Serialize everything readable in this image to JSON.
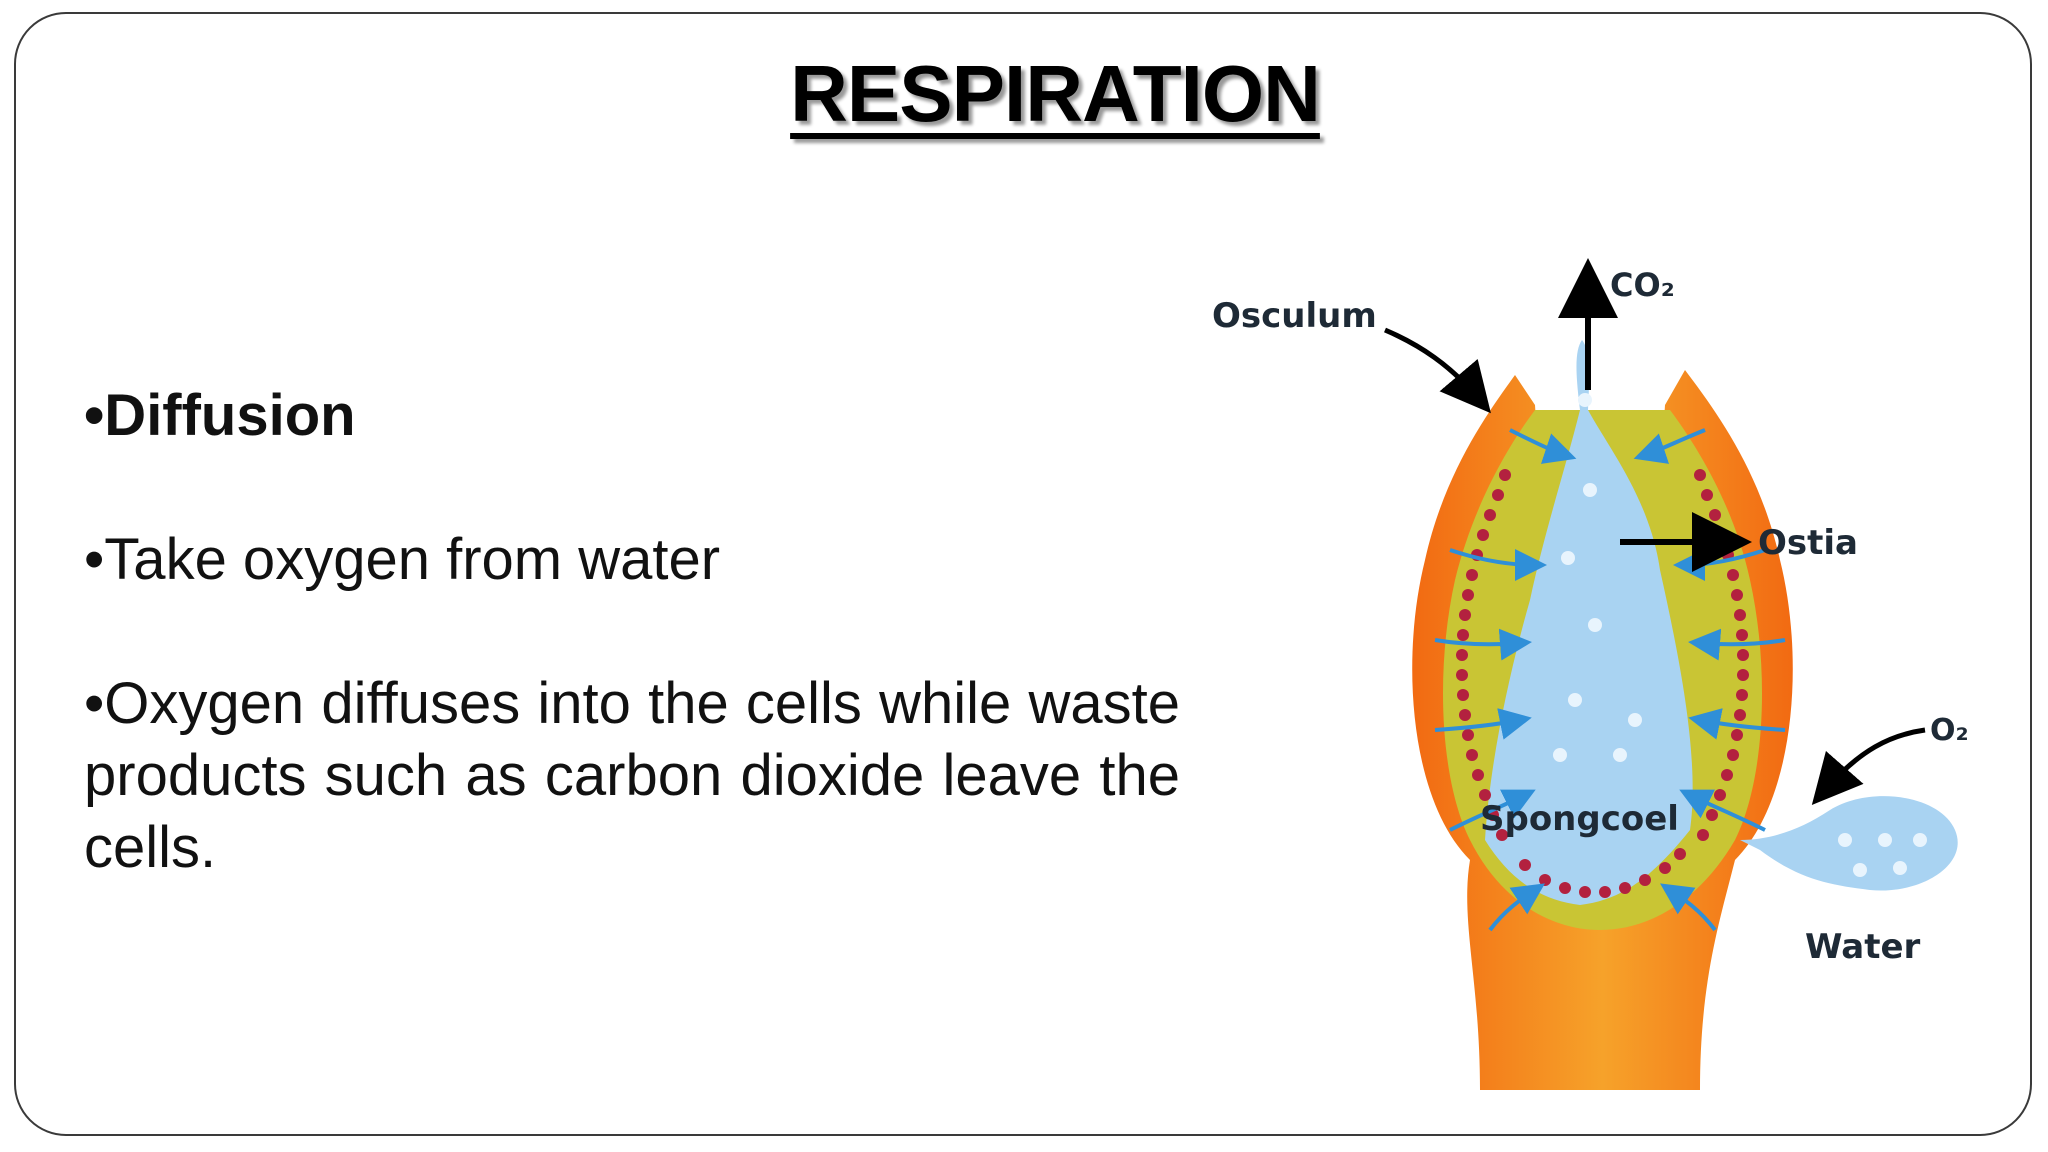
{
  "slide": {
    "title": "RESPIRATION",
    "bullets": [
      {
        "text": "•Diffusion",
        "bold": true
      },
      {
        "text": "•Take oxygen from water",
        "bold": false
      },
      {
        "text": "•Oxygen diffuses into the cells while waste products such as carbon dioxide leave the cells.",
        "bold": false
      }
    ]
  },
  "diagram": {
    "labels": {
      "osculum": "Osculum",
      "co2": "CO₂",
      "ostia": "Ostia",
      "spongocoel": "Spongcoel",
      "o2": "O₂",
      "water": "Water"
    },
    "colors": {
      "outer_wall": "#f08a1c",
      "inner_layer": "#c9c534",
      "spongocoel": "#a9d3f2",
      "choanocytes": "#b3213f",
      "flow_arrows": "#2f8fd8"
    }
  }
}
